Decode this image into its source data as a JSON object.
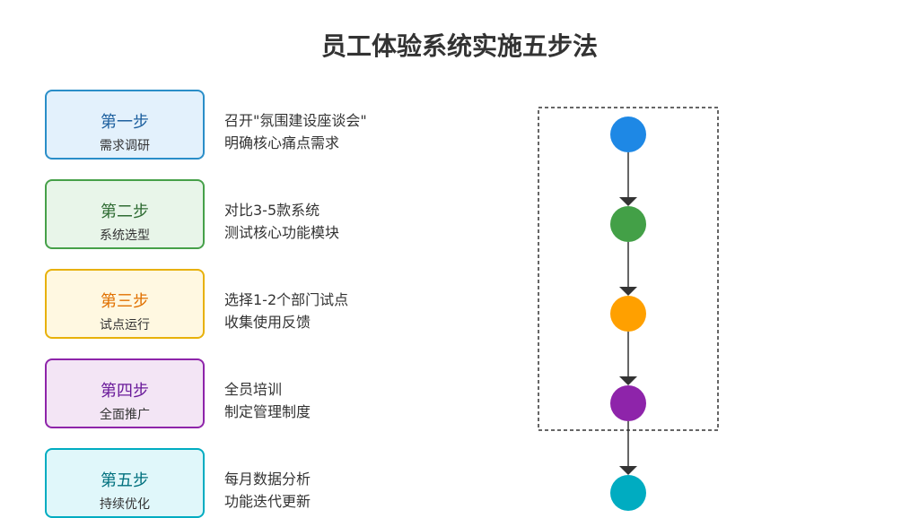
{
  "title": "员工体验系统实施五步法",
  "steps": [
    {
      "title": "第一步",
      "subtitle": "需求调研",
      "desc1": "召开\"氛围建设座谈会\"",
      "desc2": "明确核心痛点需求",
      "border": "#2a8ec8",
      "fill": "#e3f1fc",
      "text": "#1c5f9e",
      "dot": "#1e88e5"
    },
    {
      "title": "第二步",
      "subtitle": "系统选型",
      "desc1": "对比3-5款系统",
      "desc2": "测试核心功能模块",
      "border": "#46a049",
      "fill": "#e8f5e9",
      "text": "#2e6b32",
      "dot": "#43a047"
    },
    {
      "title": "第三步",
      "subtitle": "试点运行",
      "desc1": "选择1-2个部门试点",
      "desc2": "收集使用反馈",
      "border": "#e8b10a",
      "fill": "#fff8e1",
      "text": "#e07000",
      "dot": "#ffa000"
    },
    {
      "title": "第四步",
      "subtitle": "全面推广",
      "desc1": "全员培训",
      "desc2": "制定管理制度",
      "border": "#8e24aa",
      "fill": "#f3e5f5",
      "text": "#6a1b9a",
      "dot": "#8e24aa"
    },
    {
      "title": "第五步",
      "subtitle": "持续优化",
      "desc1": "每月数据分析",
      "desc2": "功能迭代更新",
      "border": "#00acc1",
      "fill": "#e0f7fa",
      "text": "#00707e",
      "dot": "#00acc1"
    }
  ]
}
